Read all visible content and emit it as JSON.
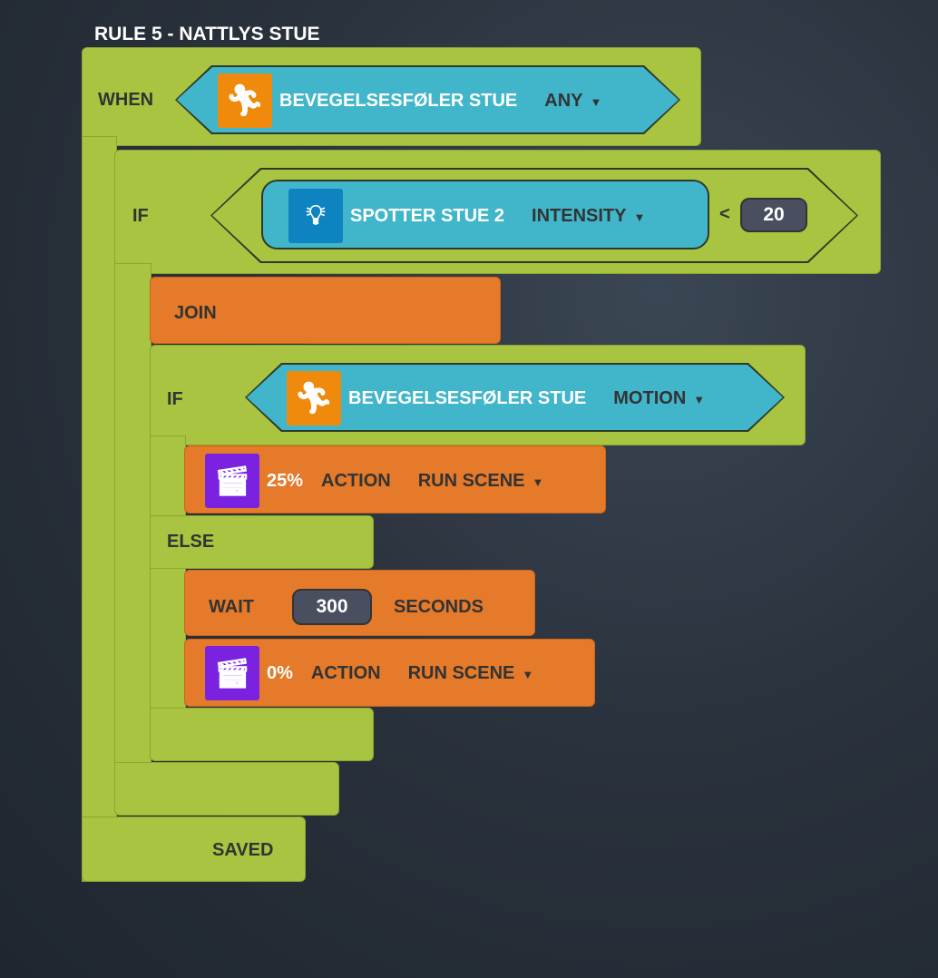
{
  "title": "RULE 5 - NATTLYS STUE",
  "when": {
    "label": "WHEN",
    "device": "BEVEGELSESFØLER STUE",
    "event": "ANY",
    "icon": "running-person-icon"
  },
  "if1": {
    "label": "IF",
    "device": "SPOTTER STUE 2",
    "property": "INTENSITY",
    "operator": "<",
    "value": "20",
    "icon": "lightbulb-icon"
  },
  "join": {
    "label": "JOIN"
  },
  "if2": {
    "label": "IF",
    "device": "BEVEGELSESFØLER STUE",
    "event": "MOTION",
    "icon": "running-person-icon"
  },
  "action1": {
    "value": "25%",
    "label": "ACTION",
    "type": "RUN SCENE",
    "icon": "clapperboard-icon"
  },
  "else": {
    "label": "ELSE"
  },
  "wait": {
    "label": "WAIT",
    "value": "300",
    "unit": "SECONDS"
  },
  "action2": {
    "value": "0%",
    "label": "ACTION",
    "type": "RUN SCENE",
    "icon": "clapperboard-icon"
  },
  "status": "SAVED",
  "colors": {
    "green": "#a8c440",
    "orange": "#e47a2a",
    "teal": "#41b6ca",
    "purple": "#7a22e0",
    "dark": "#4a4f5f"
  }
}
